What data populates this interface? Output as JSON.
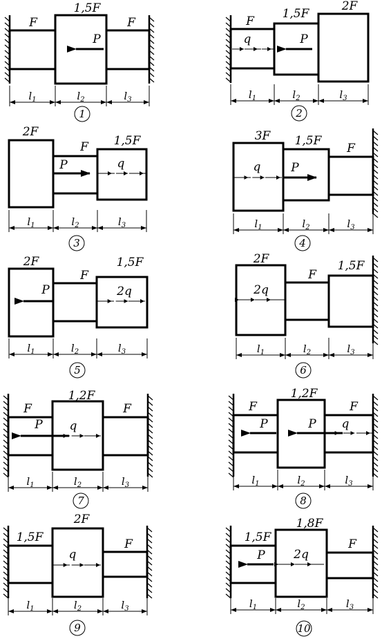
{
  "schemes": [
    {
      "number": "1",
      "segments": [
        {
          "area": "F"
        },
        {
          "area": "1,5F"
        },
        {
          "area": "F"
        }
      ],
      "lengths": [
        "l1",
        "l2",
        "l3"
      ],
      "loads": [
        {
          "type": "force",
          "label": "P"
        }
      ]
    },
    {
      "number": "2",
      "segments": [
        {
          "area": "F"
        },
        {
          "area": "1,5F"
        },
        {
          "area": "2F"
        }
      ],
      "lengths": [
        "l1",
        "l2",
        "l3"
      ],
      "loads": [
        {
          "type": "distributed",
          "label": "q"
        },
        {
          "type": "force",
          "label": "P"
        }
      ]
    },
    {
      "number": "3",
      "segments": [
        {
          "area": "2F"
        },
        {
          "area": "F"
        },
        {
          "area": "1,5F"
        }
      ],
      "lengths": [
        "l1",
        "l2",
        "l3"
      ],
      "loads": [
        {
          "type": "force",
          "label": "P"
        },
        {
          "type": "distributed",
          "label": "q"
        }
      ]
    },
    {
      "number": "4",
      "segments": [
        {
          "area": "3F"
        },
        {
          "area": "1,5F"
        },
        {
          "area": "F"
        }
      ],
      "lengths": [
        "l1",
        "l2",
        "l3"
      ],
      "loads": [
        {
          "type": "distributed",
          "label": "q"
        },
        {
          "type": "force",
          "label": "P"
        }
      ]
    },
    {
      "number": "5",
      "segments": [
        {
          "area": "2F"
        },
        {
          "area": "F"
        },
        {
          "area": "1,5F"
        }
      ],
      "lengths": [
        "l1",
        "l2",
        "l3"
      ],
      "loads": [
        {
          "type": "force",
          "label": "P"
        },
        {
          "type": "distributed",
          "label": "2q"
        }
      ]
    },
    {
      "number": "6",
      "segments": [
        {
          "area": "2F"
        },
        {
          "area": "F"
        },
        {
          "area": "1,5F"
        }
      ],
      "lengths": [
        "l1",
        "l2",
        "l3"
      ],
      "loads": [
        {
          "type": "distributed",
          "label": "2q"
        }
      ]
    },
    {
      "number": "7",
      "segments": [
        {
          "area": "F"
        },
        {
          "area": "1,2F"
        },
        {
          "area": "F"
        }
      ],
      "lengths": [
        "l1",
        "l2",
        "l3"
      ],
      "loads": [
        {
          "type": "force",
          "label": "P"
        },
        {
          "type": "distributed",
          "label": "q"
        }
      ]
    },
    {
      "number": "8",
      "segments": [
        {
          "area": "F"
        },
        {
          "area": "1,2F"
        },
        {
          "area": "F"
        }
      ],
      "lengths": [
        "l1",
        "l2",
        "l3"
      ],
      "loads": [
        {
          "type": "force",
          "label": "P"
        },
        {
          "type": "force",
          "label": "P"
        },
        {
          "type": "distributed",
          "label": "q"
        }
      ]
    },
    {
      "number": "9",
      "segments": [
        {
          "area": "1,5F"
        },
        {
          "area": "2F"
        },
        {
          "area": "F"
        }
      ],
      "lengths": [
        "l1",
        "l2",
        "l3"
      ],
      "loads": [
        {
          "type": "distributed",
          "label": "q"
        }
      ]
    },
    {
      "number": "10",
      "segments": [
        {
          "area": "1,5F"
        },
        {
          "area": "1,8F"
        },
        {
          "area": "F"
        }
      ],
      "lengths": [
        "l1",
        "l2",
        "l3"
      ],
      "loads": [
        {
          "type": "force",
          "label": "P"
        },
        {
          "type": "distributed",
          "label": "2q"
        }
      ]
    }
  ]
}
